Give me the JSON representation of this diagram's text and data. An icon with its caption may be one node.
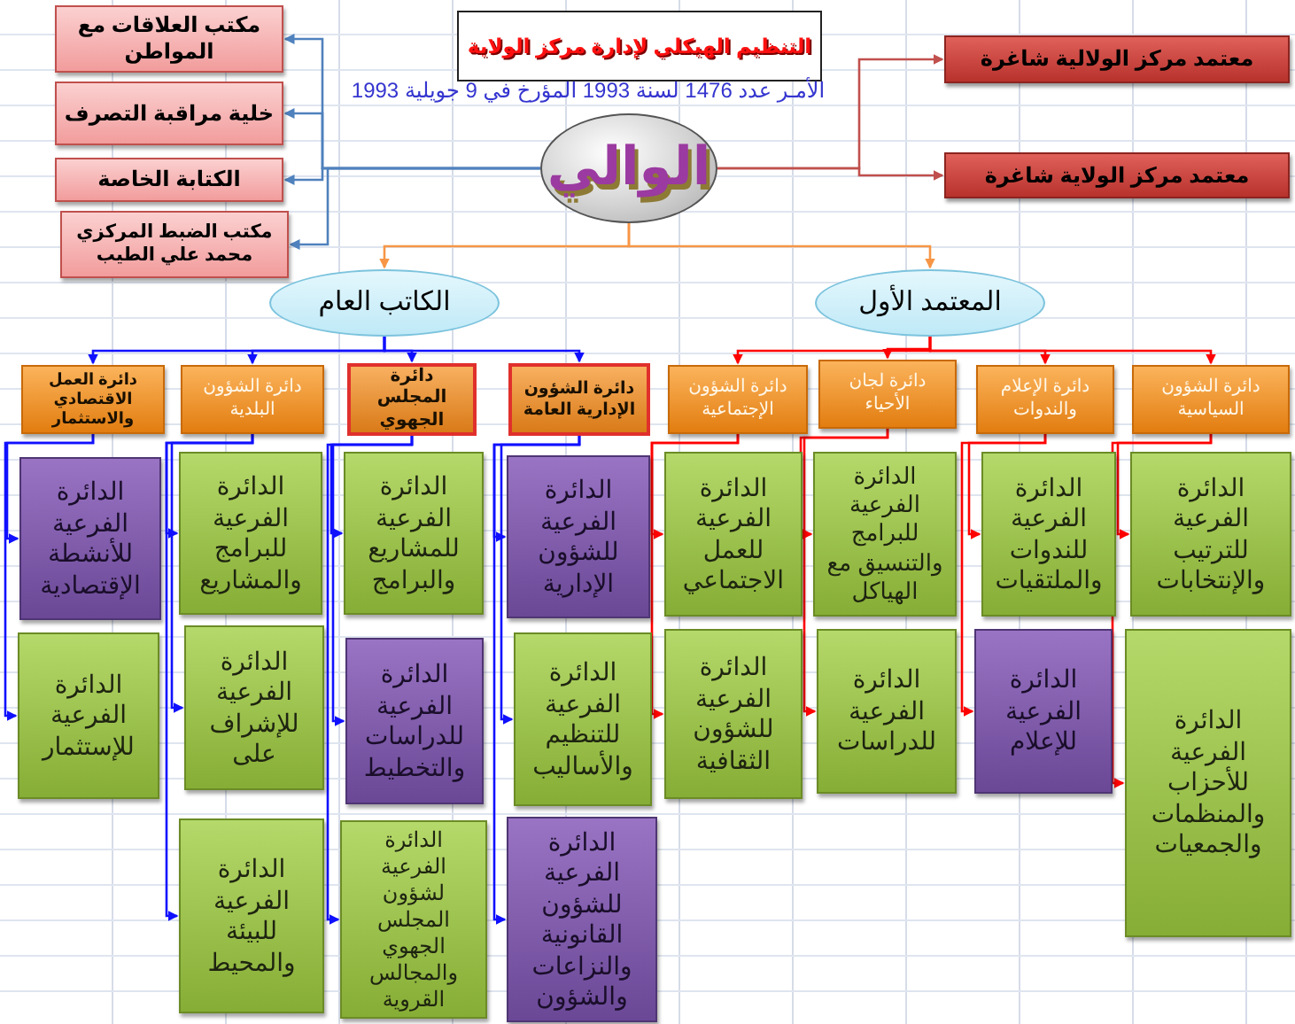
{
  "diagram": {
    "title": "التنظيم الهيكلي لإدارة مركز الولاية",
    "nodes": [
      {
        "text": [
          "الوالي"
        ]
      },
      {
        "text": [
          "مكتب العلاقات مع المواطن"
        ]
      },
      {
        "text": [
          "خلية مراقبة التصرف"
        ]
      },
      {
        "text": [
          "الكتابة الخاصة"
        ]
      },
      {
        "text": [
          "مكتب الضبط المركزي محمد علي الطيب"
        ]
      },
      {
        "text": [
          "معتمد مركز الولالية شاغرة"
        ]
      },
      {
        "text": [
          "معتمد مركز الولاية  شاغرة"
        ]
      },
      {
        "text": [
          "الكاتب العام"
        ]
      },
      {
        "text": [
          "المعتمد الأول"
        ]
      },
      {
        "text": [
          "دائرة الشؤون الإدارية العامة"
        ]
      },
      {
        "text": [
          "دائرة المجلس الجهوي"
        ]
      },
      {
        "text": [
          "دائرة الشؤون البلدية"
        ]
      },
      {
        "text": [
          "دائرة العمل الاقتصادي والاستثمار"
        ]
      },
      {
        "text": [
          "دائرة الشؤون السياسية"
        ]
      },
      {
        "text": [
          "دائرة الإعلام والندوات"
        ]
      },
      {
        "text": [
          "دائرة لجان الأحياء"
        ]
      },
      {
        "text": [
          "دائرة الشؤون الإجتماعية"
        ]
      },
      {
        "text": [
          "الدائرة الفرعية للشؤون الإدارية"
        ]
      },
      {
        "text": [
          "الدائرة الفرعية للتنظيم والأساليب"
        ]
      },
      {
        "text": [
          "الدائرة الفرعية للشؤون القانونية والنزاعات والشؤون"
        ]
      },
      {
        "text": [
          "الدائرة الفرعية للمشاريع والبرامج"
        ]
      },
      {
        "text": [
          "الدائرة الفرعية للدراسات والتخطيط"
        ]
      },
      {
        "text": [
          "الدائرة الفرعية لشؤون المجلس الجهوي والمجالس القروية"
        ]
      },
      {
        "text": [
          "الدائرة الفرعية للبرامج والمشاريع"
        ]
      },
      {
        "text": [
          "الدائرة الفرعية للإشراف على"
        ]
      },
      {
        "text": [
          "الدائرة الفرعية للبيئة والمحيط"
        ]
      },
      {
        "text": [
          "الدائرة الفرعية للأنشطة الإقتصادية"
        ]
      },
      {
        "text": [
          "الدائرة الفرعية للإستثمار"
        ]
      },
      {
        "text": [
          "الدائرة الفرعية للترتيب والإنتخابات"
        ]
      },
      {
        "text": [
          "الدائرة الفرعية للأحزاب والمنظمات والجمعيات"
        ]
      },
      {
        "text": [
          "الدائرة الفرعية للندوات والملتقيات"
        ]
      },
      {
        "text": [
          "الدائرة الفرعية للإعلام"
        ]
      },
      {
        "text": [
          "الدائرة الفرعية للبرامج والتنسيق مع الهياكل"
        ]
      },
      {
        "text": [
          "الدائرة الفرعية للدراسات"
        ]
      },
      {
        "text": [
          "الدائرة الفرعية للعمل الاجتماعي"
        ]
      },
      {
        "text": [
          "الدائرة الفرعية للشؤون الثقافية"
        ]
      }
    ],
    "edges": [
      {
        "from": 0,
        "to": 1,
        "arrow": "to",
        "color": "#4f81bd"
      },
      {
        "from": 0,
        "to": 2,
        "arrow": "to",
        "color": "#4f81bd"
      },
      {
        "from": 0,
        "to": 3,
        "arrow": "to",
        "color": "#4f81bd"
      },
      {
        "from": 0,
        "to": 4,
        "arrow": "to",
        "color": "#4f81bd"
      },
      {
        "from": 0,
        "to": 5,
        "arrow": "to",
        "color": "#c0504d"
      },
      {
        "from": 0,
        "to": 6,
        "arrow": "to",
        "color": "#c0504d"
      },
      {
        "from": 0,
        "to": 7,
        "arrow": "to",
        "color": "#f79646"
      },
      {
        "from": 0,
        "to": 8,
        "arrow": "to",
        "color": "#f79646"
      },
      {
        "from": 7,
        "to": 9,
        "arrow": "to"
      },
      {
        "from": 7,
        "to": 10,
        "arrow": "to"
      },
      {
        "from": 7,
        "to": 11,
        "arrow": "to"
      },
      {
        "from": 7,
        "to": 12,
        "arrow": "to"
      },
      {
        "from": 8,
        "to": 13,
        "arrow": "to",
        "color": "#ff0000"
      },
      {
        "from": 8,
        "to": 14,
        "arrow": "to",
        "color": "#ff0000"
      },
      {
        "from": 8,
        "to": 15,
        "arrow": "to",
        "color": "#ff0000"
      },
      {
        "from": 8,
        "to": 16,
        "arrow": "to",
        "color": "#ff0000"
      },
      {
        "from": 9,
        "to": 17,
        "arrow": "to"
      },
      {
        "from": 9,
        "to": 18,
        "arrow": "to"
      },
      {
        "from": 9,
        "to": 19,
        "arrow": "to"
      },
      {
        "from": 10,
        "to": 20,
        "arrow": "to"
      },
      {
        "from": 10,
        "to": 21,
        "arrow": "to"
      },
      {
        "from": 10,
        "to": 22,
        "arrow": "to"
      },
      {
        "from": 11,
        "to": 23,
        "arrow": "to"
      },
      {
        "from": 11,
        "to": 24,
        "arrow": "to"
      },
      {
        "from": 11,
        "to": 25,
        "arrow": "to"
      },
      {
        "from": 12,
        "to": 26,
        "arrow": "to"
      },
      {
        "from": 12,
        "to": 27,
        "arrow": "to"
      },
      {
        "from": 13,
        "to": 28,
        "arrow": "to",
        "color": "#ff0000"
      },
      {
        "from": 13,
        "to": 29,
        "arrow": "to",
        "color": "#ff0000"
      },
      {
        "from": 14,
        "to": 30,
        "arrow": "to",
        "color": "#ff0000"
      },
      {
        "from": 14,
        "to": 31,
        "arrow": "to",
        "color": "#ff0000"
      },
      {
        "from": 15,
        "to": 32,
        "arrow": "to",
        "color": "#ff0000"
      },
      {
        "from": 15,
        "to": 33,
        "arrow": "to",
        "color": "#ff0000"
      },
      {
        "from": 16,
        "to": 34,
        "arrow": "to",
        "color": "#ff0000"
      },
      {
        "from": 16,
        "to": 35,
        "arrow": "to",
        "color": "#ff0000"
      }
    ],
    "labels": [
      "الأمـر عدد 1476 لسنة 1993 المؤرخ في 9 جويلية 1993"
    ]
  }
}
